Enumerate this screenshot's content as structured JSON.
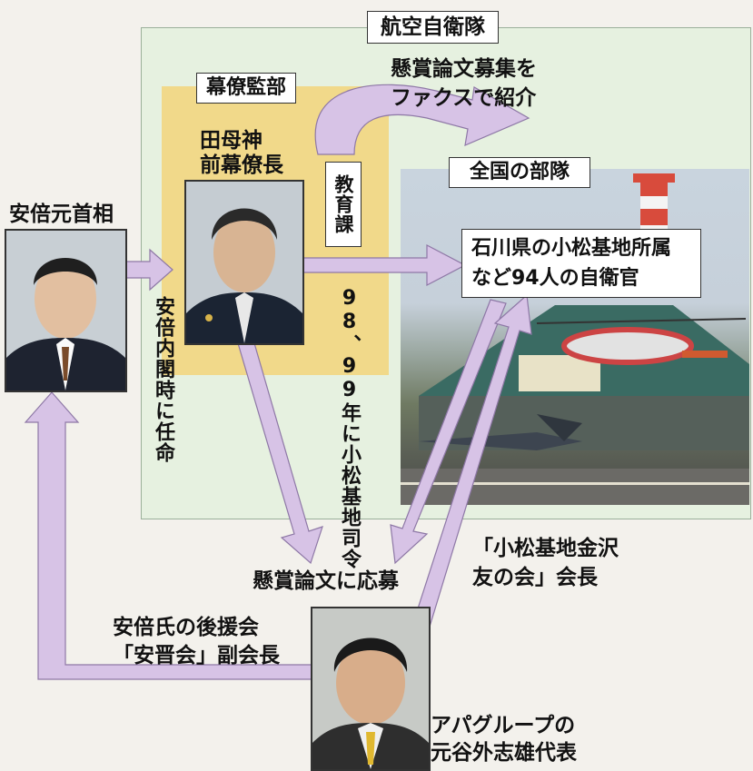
{
  "org_asdf": "航空自衛隊",
  "org_staff": "幕僚監部",
  "org_units": "全国の部隊",
  "org_education": "教育課",
  "person_abe_label": "安倍元首相",
  "person_tamogami_label": "田母神\n前幕僚長",
  "person_motoya_label": "アパグループの\n元谷外志雄代表",
  "units_desc": "石川県の小松基地所属\nなど94人の自衛官",
  "edge_fax": "懸賞論文募集を\nファクスで紹介",
  "edge_appointed": "安倍内閣時に任命",
  "edge_komatsu_cmd": "98、99年に小松基地司令",
  "edge_applied": "懸賞論文に応募",
  "edge_kanazawa": "「小松基地金沢\n友の会」会長",
  "edge_ansinkai": "安倍氏の後援会\n「安晋会」副会長",
  "colors": {
    "arrow": "#d7c3e6",
    "arrow_stroke": "#8e78a6",
    "asdf_bg": "#e6f1e0",
    "staff_bg": "#f1d98a"
  }
}
